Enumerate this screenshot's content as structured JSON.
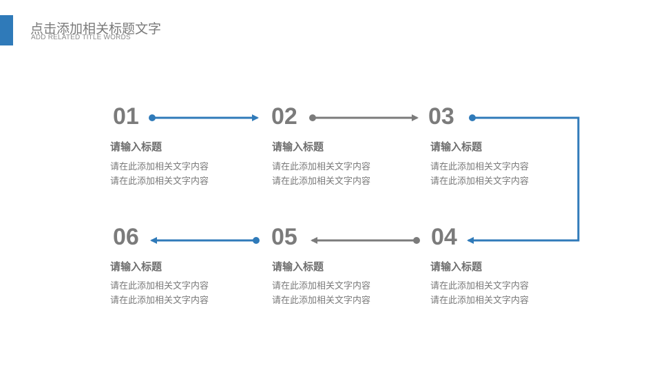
{
  "header": {
    "title": "点击添加相关标题文字",
    "subtitle": "ADD RELATED TITLE WORDS",
    "accent_color": "#2f7ab9"
  },
  "colors": {
    "blue": "#2f7ab9",
    "gray": "#7b7b7b"
  },
  "steps": [
    {
      "number": "01",
      "title": "请输入标题",
      "lines": [
        "请在此添加相关文字内容",
        "请在此添加相关文字内容"
      ]
    },
    {
      "number": "02",
      "title": "请输入标题",
      "lines": [
        "请在此添加相关文字内容",
        "请在此添加相关文字内容"
      ]
    },
    {
      "number": "03",
      "title": "请输入标题",
      "lines": [
        "请在此添加相关文字内容",
        "请在此添加相关文字内容"
      ]
    },
    {
      "number": "04",
      "title": "请输入标题",
      "lines": [
        "请在此添加相关文字内容",
        "请在此添加相关文字内容"
      ]
    },
    {
      "number": "05",
      "title": "请输入标题",
      "lines": [
        "请在此添加相关文字内容",
        "请在此添加相关文字内容"
      ]
    },
    {
      "number": "06",
      "title": "请输入标题",
      "lines": [
        "请在此添加相关文字内容",
        "请在此添加相关文字内容"
      ]
    }
  ]
}
